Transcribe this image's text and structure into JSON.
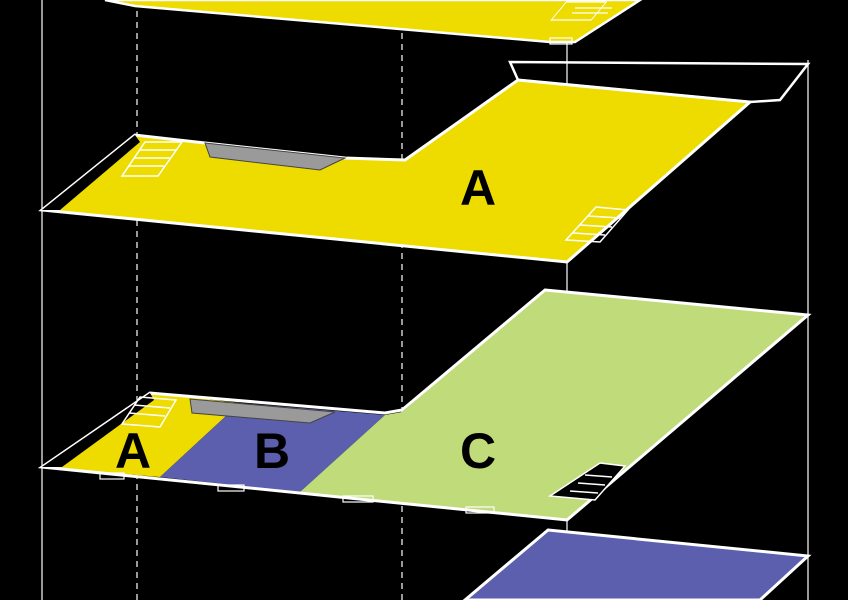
{
  "diagram": {
    "colors": {
      "background": "#000000",
      "zone_a": "#eedb00",
      "zone_b": "#5b5fae",
      "zone_c": "#bfdb7a",
      "outline": "#ffffff",
      "ramp": "#9a9a9a"
    },
    "floors": [
      {
        "id": "top-partial-floor",
        "zones": []
      },
      {
        "id": "upper-floor",
        "zones": [
          {
            "id": "A",
            "label": "A"
          }
        ]
      },
      {
        "id": "middle-floor",
        "zones": [
          {
            "id": "A",
            "label": "A"
          },
          {
            "id": "B",
            "label": "B"
          },
          {
            "id": "C",
            "label": "C"
          }
        ]
      },
      {
        "id": "bottom-partial-floor",
        "zones": [
          {
            "id": "B",
            "label": ""
          }
        ]
      }
    ]
  }
}
